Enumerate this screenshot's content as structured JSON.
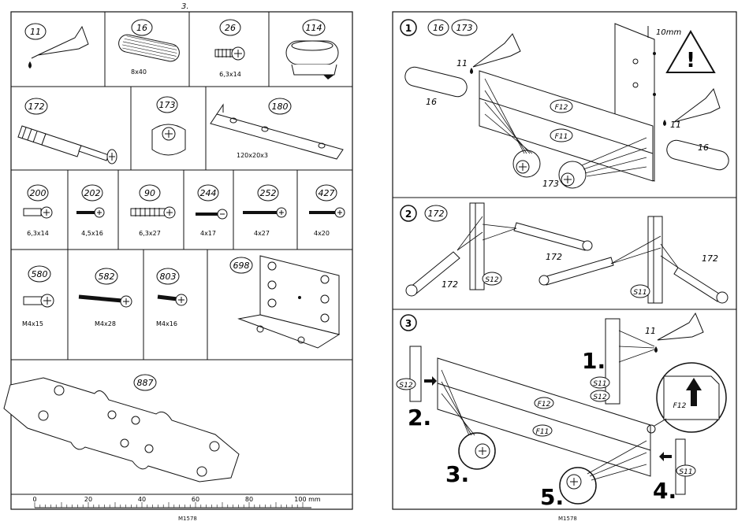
{
  "left_page": {
    "page_number": "3.",
    "parts": [
      {
        "id": "11",
        "size": ""
      },
      {
        "id": "16",
        "size": "8x40"
      },
      {
        "id": "26",
        "size": "6,3x14"
      },
      {
        "id": "114",
        "size": ""
      },
      {
        "id": "172",
        "size": ""
      },
      {
        "id": "173",
        "size": ""
      },
      {
        "id": "180",
        "size": "120x20x3"
      },
      {
        "id": "200",
        "size": "6,3x14"
      },
      {
        "id": "202",
        "size": "4,5x16"
      },
      {
        "id": "90",
        "size": "6,3x27"
      },
      {
        "id": "244",
        "size": "4x17"
      },
      {
        "id": "252",
        "size": "4x27"
      },
      {
        "id": "427",
        "size": "4x20"
      },
      {
        "id": "580",
        "size": "M4x15"
      },
      {
        "id": "582",
        "size": "M4x28"
      },
      {
        "id": "803",
        "size": "M4x16"
      },
      {
        "id": "698",
        "size": ""
      },
      {
        "id": "887",
        "size": ""
      }
    ],
    "ruler": {
      "labels": [
        "0",
        "20",
        "40",
        "60",
        "80",
        "100 mm"
      ]
    },
    "code": "M1578"
  },
  "right_page": {
    "code": "M1578",
    "step1": {
      "number": "1",
      "part_refs": [
        "16",
        "173"
      ],
      "glue": "11",
      "dowel": "16",
      "cam": "173",
      "board_top": "F12",
      "board_bottom": "F11",
      "dimension": "10mm"
    },
    "step2": {
      "number": "2",
      "part_ref": "172",
      "bolt_label": "172",
      "side_left": "S12",
      "side_right": "S11"
    },
    "step3": {
      "number": "3",
      "glue": "11",
      "boards": [
        "F12",
        "F11"
      ],
      "side_s11": "S11",
      "side_s12": "S12",
      "callout_label": "F12",
      "substeps": [
        "1.",
        "2.",
        "3.",
        "4.",
        "5."
      ]
    }
  }
}
